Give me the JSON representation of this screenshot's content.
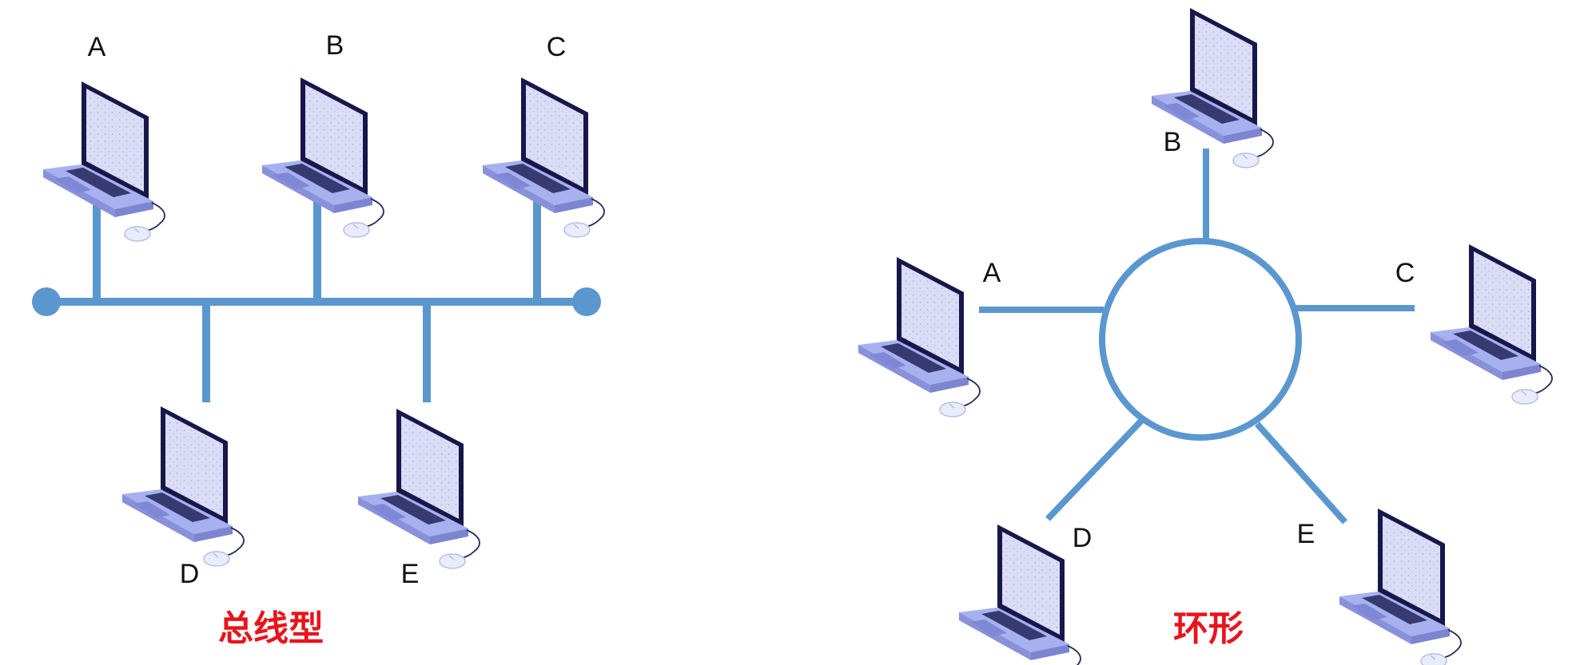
{
  "colors": {
    "link": "#5b97cf",
    "caption": "#e8141b",
    "label": "#111111"
  },
  "bus_topology": {
    "caption": "总线型",
    "node_labels": {
      "A": "A",
      "B": "B",
      "C": "C",
      "D": "D",
      "E": "E"
    }
  },
  "ring_topology": {
    "caption": "环形",
    "node_labels": {
      "A": "A",
      "B": "B",
      "C": "C",
      "D": "D",
      "E": "E"
    }
  },
  "icons": {
    "computer": "laptop-icon",
    "mouse": "mouse-icon"
  }
}
